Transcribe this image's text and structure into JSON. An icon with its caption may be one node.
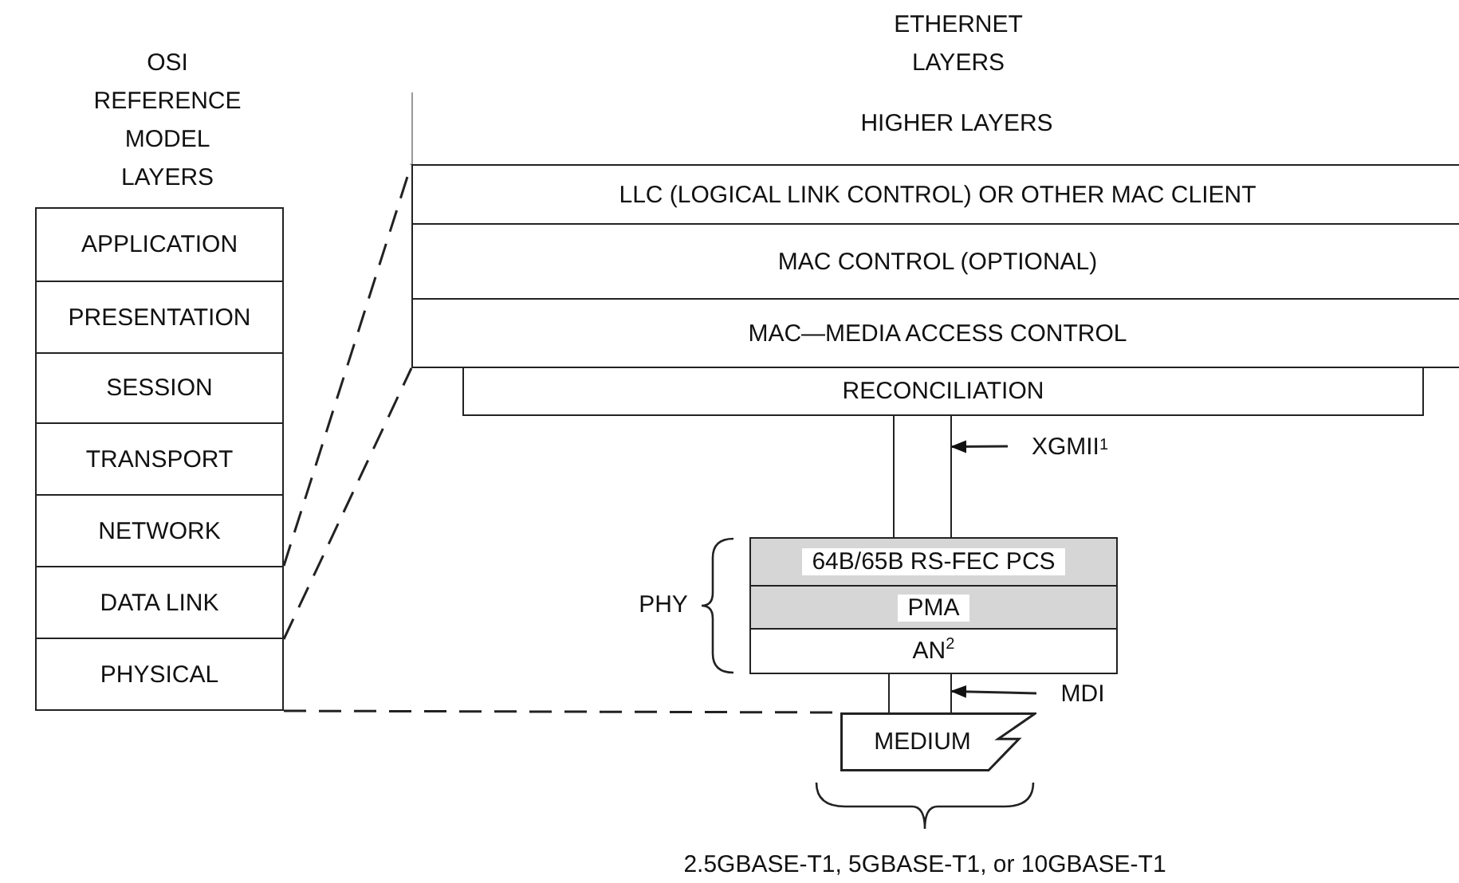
{
  "diagram": {
    "nodes": [
      {
        "text": [
          "APPLICATION"
        ]
      },
      {
        "text": [
          "PRESENTATION"
        ]
      },
      {
        "text": [
          "SESSION"
        ]
      },
      {
        "text": [
          "TRANSPORT"
        ]
      },
      {
        "text": [
          "NETWORK"
        ]
      },
      {
        "text": [
          "DATA LINK"
        ]
      },
      {
        "text": [
          "PHYSICAL"
        ]
      },
      {
        "text": [
          "LLC (LOGICAL LINK CONTROL) OR OTHER MAC CLIENT"
        ]
      },
      {
        "text": [
          "MAC CONTROL (OPTIONAL)"
        ]
      },
      {
        "text": [
          "MAC—MEDIA ACCESS CONTROL"
        ]
      },
      {
        "text": [
          "RECONCILIATION"
        ]
      },
      {
        "text": [
          "64B/65B RS-FEC PCS"
        ]
      },
      {
        "text": [
          "PMA"
        ]
      },
      {
        "text": [
          "AN$^{2}$"
        ]
      },
      {
        "text": [
          "MEDIUM"
        ]
      },
      {
        "text": [
          "XGMII$^{1}$"
        ]
      },
      {
        "text": [
          "MDI"
        ]
      },
      {
        "text": [],
        "shape": "bar"
      },
      {
        "text": [],
        "shape": "bar"
      }
    ],
    "edges": [
      {
        "from": 5,
        "to": 7,
        "arrow": "none",
        "style": "dashed"
      },
      {
        "from": 5,
        "to": 9,
        "arrow": "none",
        "style": "dashed"
      },
      {
        "from": 6,
        "to": 14,
        "arrow": "none",
        "style": "dashed"
      },
      {
        "from": 15,
        "to": 17,
        "arrow": "to"
      },
      {
        "from": 16,
        "to": 18,
        "arrow": "to"
      }
    ],
    "labels": [
      "OSI REFERENCE MODEL LAYERS",
      "ETHERNET LAYERS",
      "HIGHER LAYERS",
      "PHY",
      "2.5GBASE-T1, 5GBASE-T1, or 10GBASE-T1"
    ]
  }
}
